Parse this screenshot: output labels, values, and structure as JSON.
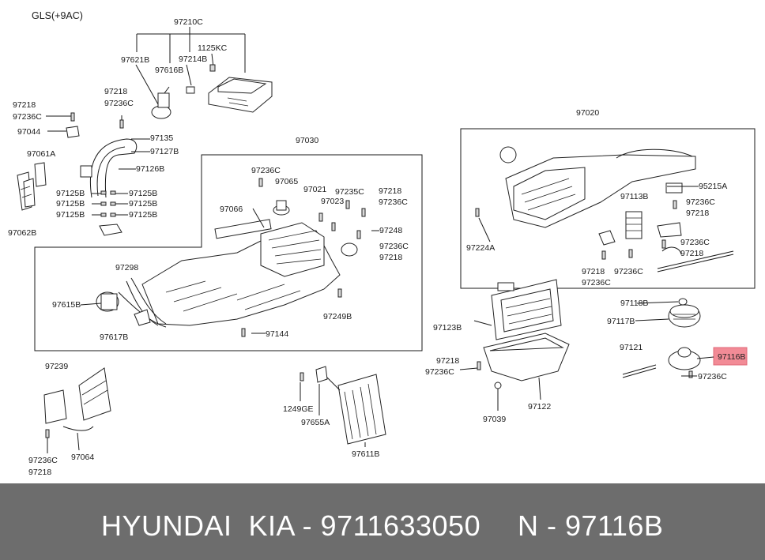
{
  "diagram": {
    "title": "GLS(+9AC)",
    "highlight_color": "#f28b96",
    "highlighted_label": "97116B",
    "labels": {
      "l_97210C": "97210C",
      "l_1125KC": "1125KC",
      "l_97621B": "97621B",
      "l_97214B": "97214B",
      "l_97616B": "97616B",
      "l_97218_a": "97218",
      "l_97236C_a": "97236C",
      "l_97218_b": "97218",
      "l_97236C_b": "97236C",
      "l_97044": "97044",
      "l_97135": "97135",
      "l_97127B": "97127B",
      "l_97061A": "97061A",
      "l_97126B": "97126B",
      "l_97125B_1": "97125B",
      "l_97125B_2": "97125B",
      "l_97125B_3": "97125B",
      "l_97125B_4": "97125B",
      "l_97125B_5": "97125B",
      "l_97125B_6": "97125B",
      "l_97062B": "97062B",
      "l_97030": "97030",
      "l_97236C_c": "97236C",
      "l_97065": "97065",
      "l_97021": "97021",
      "l_97235C": "97235C",
      "l_97218_c": "97218",
      "l_97236C_d": "97236C",
      "l_97066": "97066",
      "l_97023": "97023",
      "l_97248": "97248",
      "l_97236C_e": "97236C",
      "l_97218_d": "97218",
      "l_97298": "97298",
      "l_97615B": "97615B",
      "l_97617B": "97617B",
      "l_97144": "97144",
      "l_97249B": "97249B",
      "l_97020": "97020",
      "l_95215A": "95215A",
      "l_97113B": "97113B",
      "l_97236C_f": "97236C",
      "l_97218_e": "97218",
      "l_97224A": "97224A",
      "l_97236C_g": "97236C",
      "l_97218_f": "97218",
      "l_97218_g": "97218",
      "l_97236C_h": "97236C",
      "l_97236C_i": "97236C",
      "l_97118B": "97118B",
      "l_97117B": "97117B",
      "l_97123B": "97123B",
      "l_97121": "97121",
      "l_97116B": "97116B",
      "l_97236C_j": "97236C",
      "l_97218_h": "97218",
      "l_97236C_k": "97236C",
      "l_97122": "97122",
      "l_97039": "97039",
      "l_97239": "97239",
      "l_1249GE": "1249GE",
      "l_97655A": "97655A",
      "l_97611B": "97611B",
      "l_97236C_l": "97236C",
      "l_97218_i": "97218",
      "l_97064": "97064"
    }
  },
  "footer": {
    "background": "#6d6d6d",
    "brand_text": "HYUNDAI  KIA - 9711633050",
    "code_text": "N - 97116B"
  }
}
